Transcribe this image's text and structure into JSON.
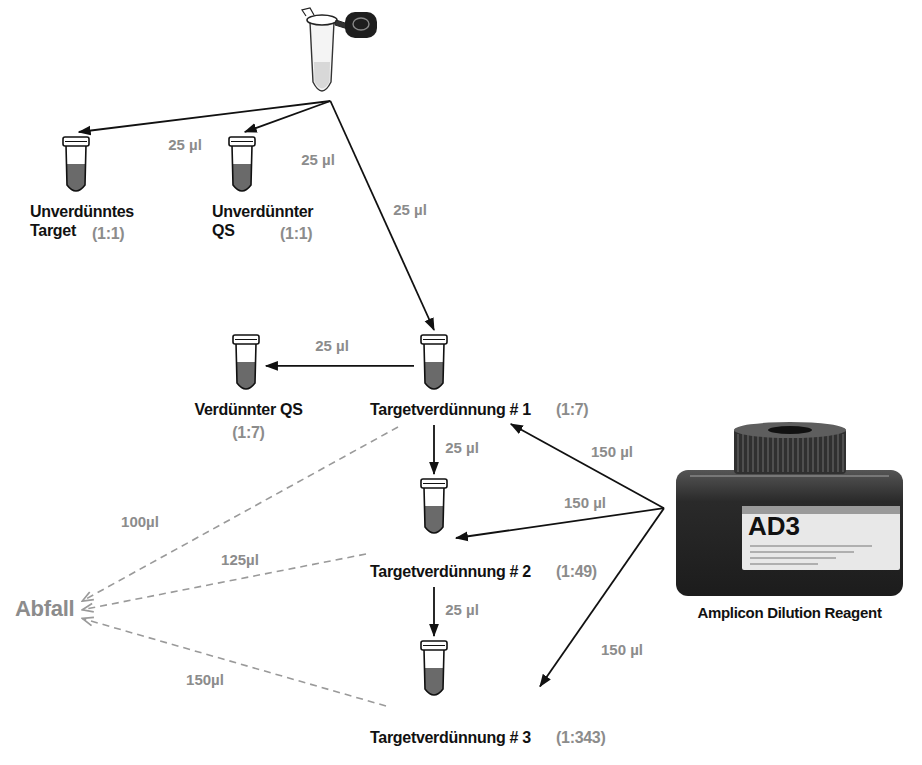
{
  "diagram": {
    "nodes": [
      {
        "text": []
      },
      {
        "text": [
          "Unverdünntes Target",
          "(1:1)"
        ]
      },
      {
        "text": [
          "Unverdünnter QS",
          "(1:1)"
        ]
      },
      {
        "text": [
          "Verdünnter QS",
          "(1:7)"
        ]
      },
      {
        "text": [
          "Targetverdünnung # 1",
          "(1:7)"
        ]
      },
      {
        "text": [
          "Targetverdünnung # 2",
          "(1:49)"
        ]
      },
      {
        "text": [
          "Targetverdünnung # 3",
          "(1:343)"
        ]
      },
      {
        "text": [
          "Amplicon Dilution Reagent"
        ]
      },
      {
        "text": [
          "Abfall"
        ]
      }
    ],
    "edges": [
      {
        "from": 0,
        "to": 1,
        "arrow": "to",
        "label": "25 µl"
      },
      {
        "from": 0,
        "to": 2,
        "arrow": "to",
        "label": "25 µl"
      },
      {
        "from": 0,
        "to": 4,
        "arrow": "to",
        "label": "25 µl"
      },
      {
        "from": 4,
        "to": 3,
        "arrow": "to",
        "label": "25 µl"
      },
      {
        "from": 4,
        "to": 5,
        "arrow": "to",
        "label": "25 µl"
      },
      {
        "from": 5,
        "to": 6,
        "arrow": "to",
        "label": "25 µl"
      },
      {
        "from": 7,
        "to": 4,
        "arrow": "to",
        "label": "150 µl"
      },
      {
        "from": 7,
        "to": 5,
        "arrow": "to",
        "label": "150 µl"
      },
      {
        "from": 7,
        "to": 6,
        "arrow": "to",
        "label": "150 µl"
      },
      {
        "from": 4,
        "to": 8,
        "arrow": "to",
        "label": "100µl"
      },
      {
        "from": 5,
        "to": 8,
        "arrow": "to",
        "label": "125µl"
      },
      {
        "from": 6,
        "to": 8,
        "arrow": "to",
        "label": "150µl"
      }
    ],
    "labels": [
      "AD3"
    ]
  }
}
